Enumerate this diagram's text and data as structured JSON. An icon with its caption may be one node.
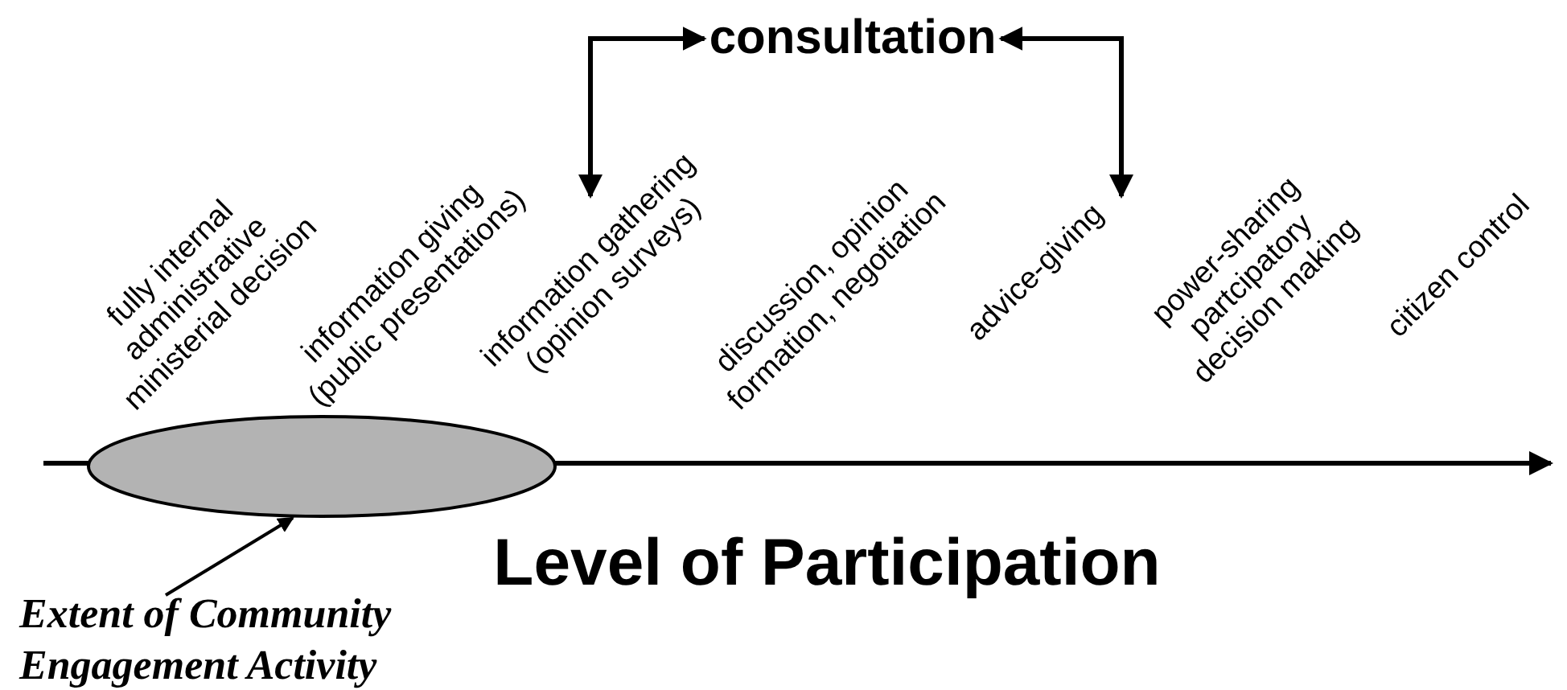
{
  "diagram": {
    "nodes": [
      {
        "text": [
          "consultation"
        ]
      },
      {
        "text": [
          "information gathering (opinion surveys)"
        ]
      },
      {
        "text": [
          "advice-giving"
        ]
      },
      {
        "text": [],
        "shape": "ellipse"
      },
      {
        "text": [
          "Extent of Community Engagement Activity"
        ]
      }
    ],
    "edges": [
      {
        "from": 1,
        "to": 0,
        "arrow": "both"
      },
      {
        "from": 2,
        "to": 0,
        "arrow": "both"
      },
      {
        "from": 4,
        "to": 3,
        "arrow": "to"
      }
    ],
    "labels": [
      "fully internal administrative ministerial decision",
      "information giving (public presentations)",
      "discussion, opinion formation, negotiation",
      "power-sharing partcipatory decision making",
      "citizen control",
      "Level of Participation"
    ]
  }
}
